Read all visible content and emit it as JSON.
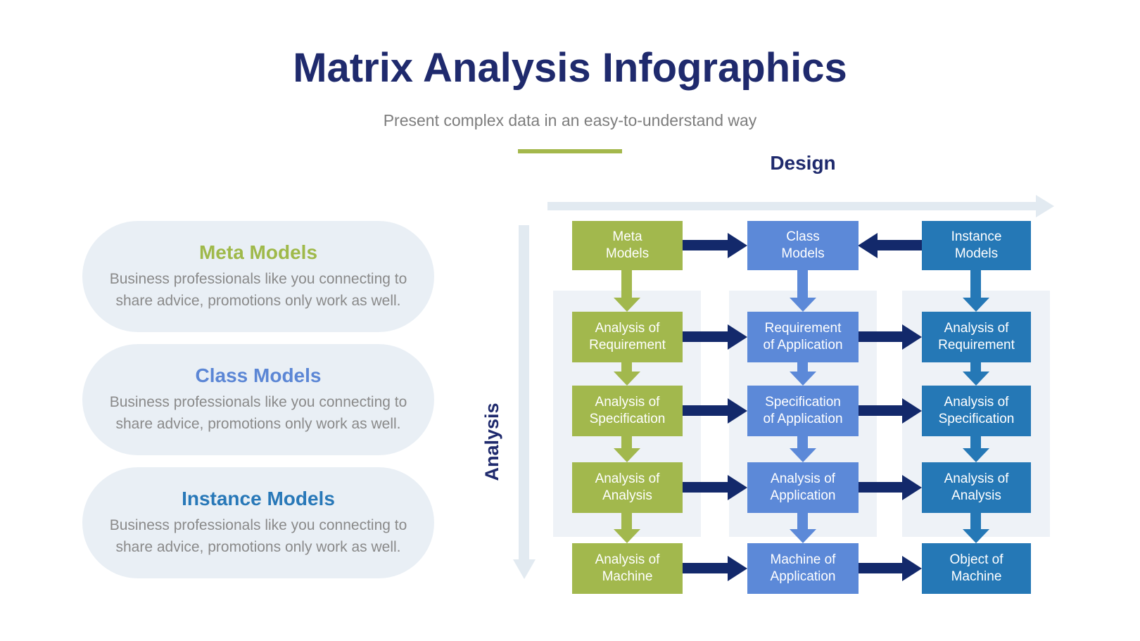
{
  "header": {
    "title": "Matrix Analysis Infographics",
    "subtitle": "Present complex data in an easy-to-understand way"
  },
  "cards": [
    {
      "title": "Meta Models",
      "body": "Business professionals like you connecting to share advice, promotions only work as well.",
      "title_color": "#9fb94a"
    },
    {
      "title": "Class Models",
      "body": "Business professionals like you connecting to share advice, promotions only work as well.",
      "title_color": "#5b86d5"
    },
    {
      "title": "Instance Models",
      "body": "Business professionals like you connecting to share advice, promotions only work as well.",
      "title_color": "#2878b8"
    }
  ],
  "matrix": {
    "x_axis_label": "Design",
    "y_axis_label": "Analysis",
    "columns": [
      {
        "name": "meta",
        "color": "#a2b84d",
        "boxes": [
          "Meta\nModels",
          "Analysis of\nRequirement",
          "Analysis of\nSpecification",
          "Analysis of\nAnalysis",
          "Analysis of\nMachine"
        ]
      },
      {
        "name": "class",
        "color": "#5c89d8",
        "boxes": [
          "Class\nModels",
          "Requirement\nof Application",
          "Specification\nof Application",
          "Analysis of\nApplication",
          "Machine of\nApplication"
        ]
      },
      {
        "name": "instance",
        "color": "#2578b6",
        "boxes": [
          "Instance\nModels",
          "Analysis of\nRequirement",
          "Analysis of\nSpecification",
          "Analysis of\nAnalysis",
          "Object of\nMachine"
        ]
      }
    ],
    "row1_arrows": [
      "meta-to-class points right",
      "instance-to-class points left"
    ]
  },
  "colors": {
    "title_navy": "#1f2a6d",
    "accent_green": "#a4b84c",
    "card_background": "#e9eff5",
    "body_text_gray": "#8a8a8a",
    "meta_green": "#a2b84d",
    "class_blue": "#5c89d8",
    "instance_blue": "#2578b6",
    "connector_navy": "#13296b",
    "axis_light_blue": "#e2eaf1",
    "panel_light": "#eef2f7"
  }
}
